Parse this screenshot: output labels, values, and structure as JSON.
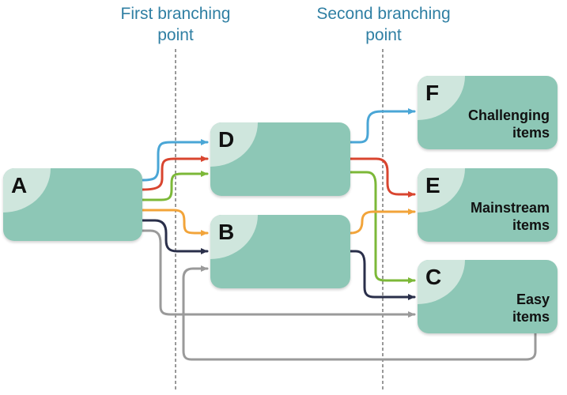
{
  "branching_points": {
    "first": {
      "line1": "First branching",
      "line2": "point"
    },
    "second": {
      "line1": "Second branching",
      "line2": "point"
    }
  },
  "nodes": {
    "A": {
      "letter": "A"
    },
    "D": {
      "letter": "D"
    },
    "B": {
      "letter": "B"
    },
    "F": {
      "letter": "F",
      "line1": "Challenging",
      "line2": "items"
    },
    "E": {
      "letter": "E",
      "line1": "Mainstream",
      "line2": "items"
    },
    "C": {
      "letter": "C",
      "line1": "Easy",
      "line2": "items"
    }
  },
  "colors": {
    "node_fill": "#8dc7b6",
    "node_corner": "#cfe6dd",
    "heading_text": "#2f7fa3",
    "paths": {
      "blue": "#4aa6d6",
      "red": "#d9452f",
      "green": "#7cb838",
      "orange": "#f2a43a",
      "navy": "#2a2f4a",
      "gray": "#9a9a9a"
    }
  },
  "edges": [
    {
      "from": "A",
      "to": "D",
      "color": "blue"
    },
    {
      "from": "A",
      "to": "D",
      "color": "red"
    },
    {
      "from": "A",
      "to": "D",
      "color": "green"
    },
    {
      "from": "A",
      "to": "B",
      "color": "orange"
    },
    {
      "from": "A",
      "to": "B",
      "color": "navy"
    },
    {
      "from": "A",
      "to": "C",
      "color": "gray"
    },
    {
      "from": "D",
      "to": "F",
      "color": "blue"
    },
    {
      "from": "D",
      "to": "E",
      "color": "red"
    },
    {
      "from": "D",
      "to": "C",
      "color": "green"
    },
    {
      "from": "B",
      "to": "E",
      "color": "orange"
    },
    {
      "from": "B",
      "to": "C",
      "color": "navy"
    },
    {
      "from": "C",
      "to": "B",
      "color": "gray"
    }
  ]
}
